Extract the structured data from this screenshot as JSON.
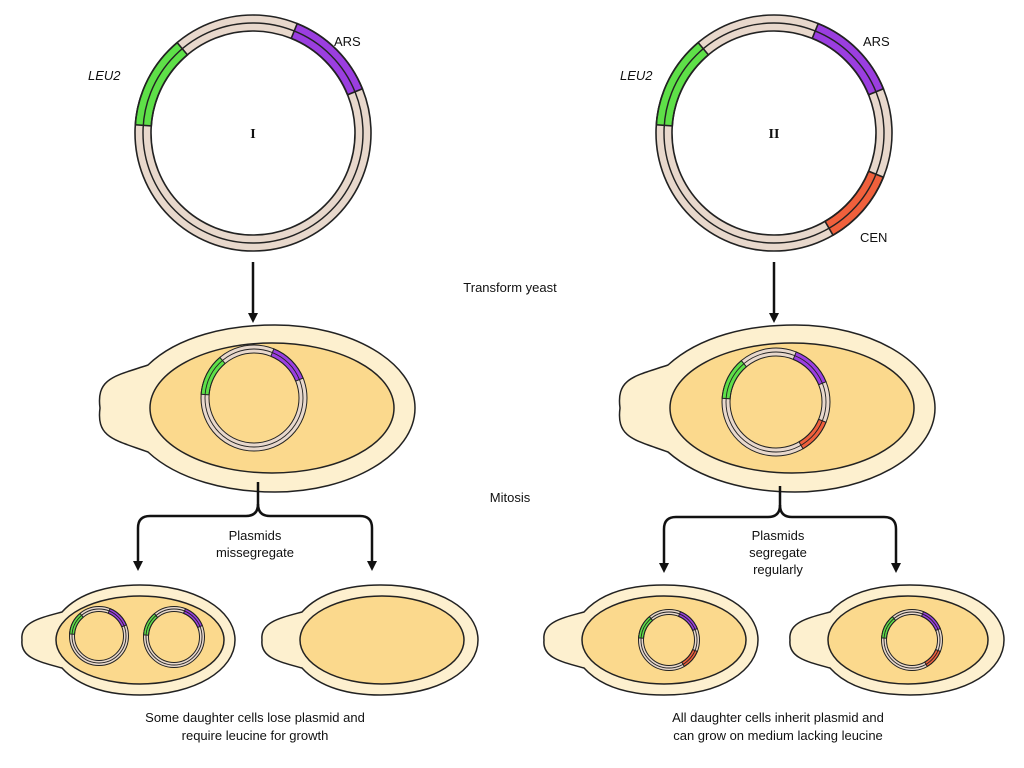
{
  "colors": {
    "backbone": "#e8d8cc",
    "backbone_stroke": "#222222",
    "leu2": "#5ee048",
    "ars": "#9b3ee0",
    "cen": "#f0603c",
    "cell_wall": "#fdf0cf",
    "cell_interior": "#fbd98d",
    "arrow": "#111111"
  },
  "plasmid_I": {
    "roman": "I",
    "leu2_label": "LEU2",
    "ars_label": "ARS"
  },
  "plasmid_II": {
    "roman": "II",
    "leu2_label": "LEU2",
    "ars_label": "ARS",
    "cen_label": "CEN"
  },
  "steps": {
    "transform": "Transform yeast",
    "mitosis": "Mitosis"
  },
  "left_branch": {
    "label_line1": "Plasmids",
    "label_line2": "missegregate",
    "caption_line1": "Some daughter cells lose plasmid and",
    "caption_line2": "require leucine for growth"
  },
  "right_branch": {
    "label_line1": "Plasmids",
    "label_line2": "segregate",
    "label_line3": "regularly",
    "caption_line1": "All daughter cells inherit plasmid and",
    "caption_line2": "can grow on medium lacking leucine"
  }
}
